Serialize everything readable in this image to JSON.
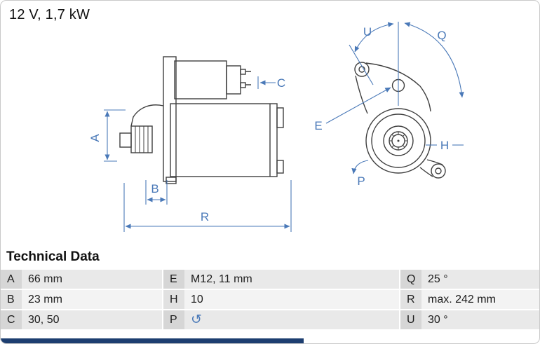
{
  "title": "12 V, 1,7 kW",
  "diagram": {
    "labels": {
      "A": "A",
      "B": "B",
      "C": "C",
      "R": "R",
      "U": "U",
      "Q": "Q",
      "E": "E",
      "H": "H",
      "P": "P"
    }
  },
  "tech": {
    "heading": "Technical Data",
    "rows": [
      [
        {
          "k": "A",
          "v": "66 mm"
        },
        {
          "k": "E",
          "v": "M12, 11 mm"
        },
        {
          "k": "Q",
          "v": "25 °"
        }
      ],
      [
        {
          "k": "B",
          "v": "23 mm"
        },
        {
          "k": "H",
          "v": "10"
        },
        {
          "k": "R",
          "v": "max. 242 mm"
        }
      ],
      [
        {
          "k": "C",
          "v": "30, 50"
        },
        {
          "k": "P",
          "v": "↺"
        },
        {
          "k": "U",
          "v": "30 °"
        }
      ]
    ]
  },
  "colors": {
    "dimension": "#4a79b8",
    "part_line": "#3f3f3f",
    "footer_bar": "#1d3e70"
  }
}
